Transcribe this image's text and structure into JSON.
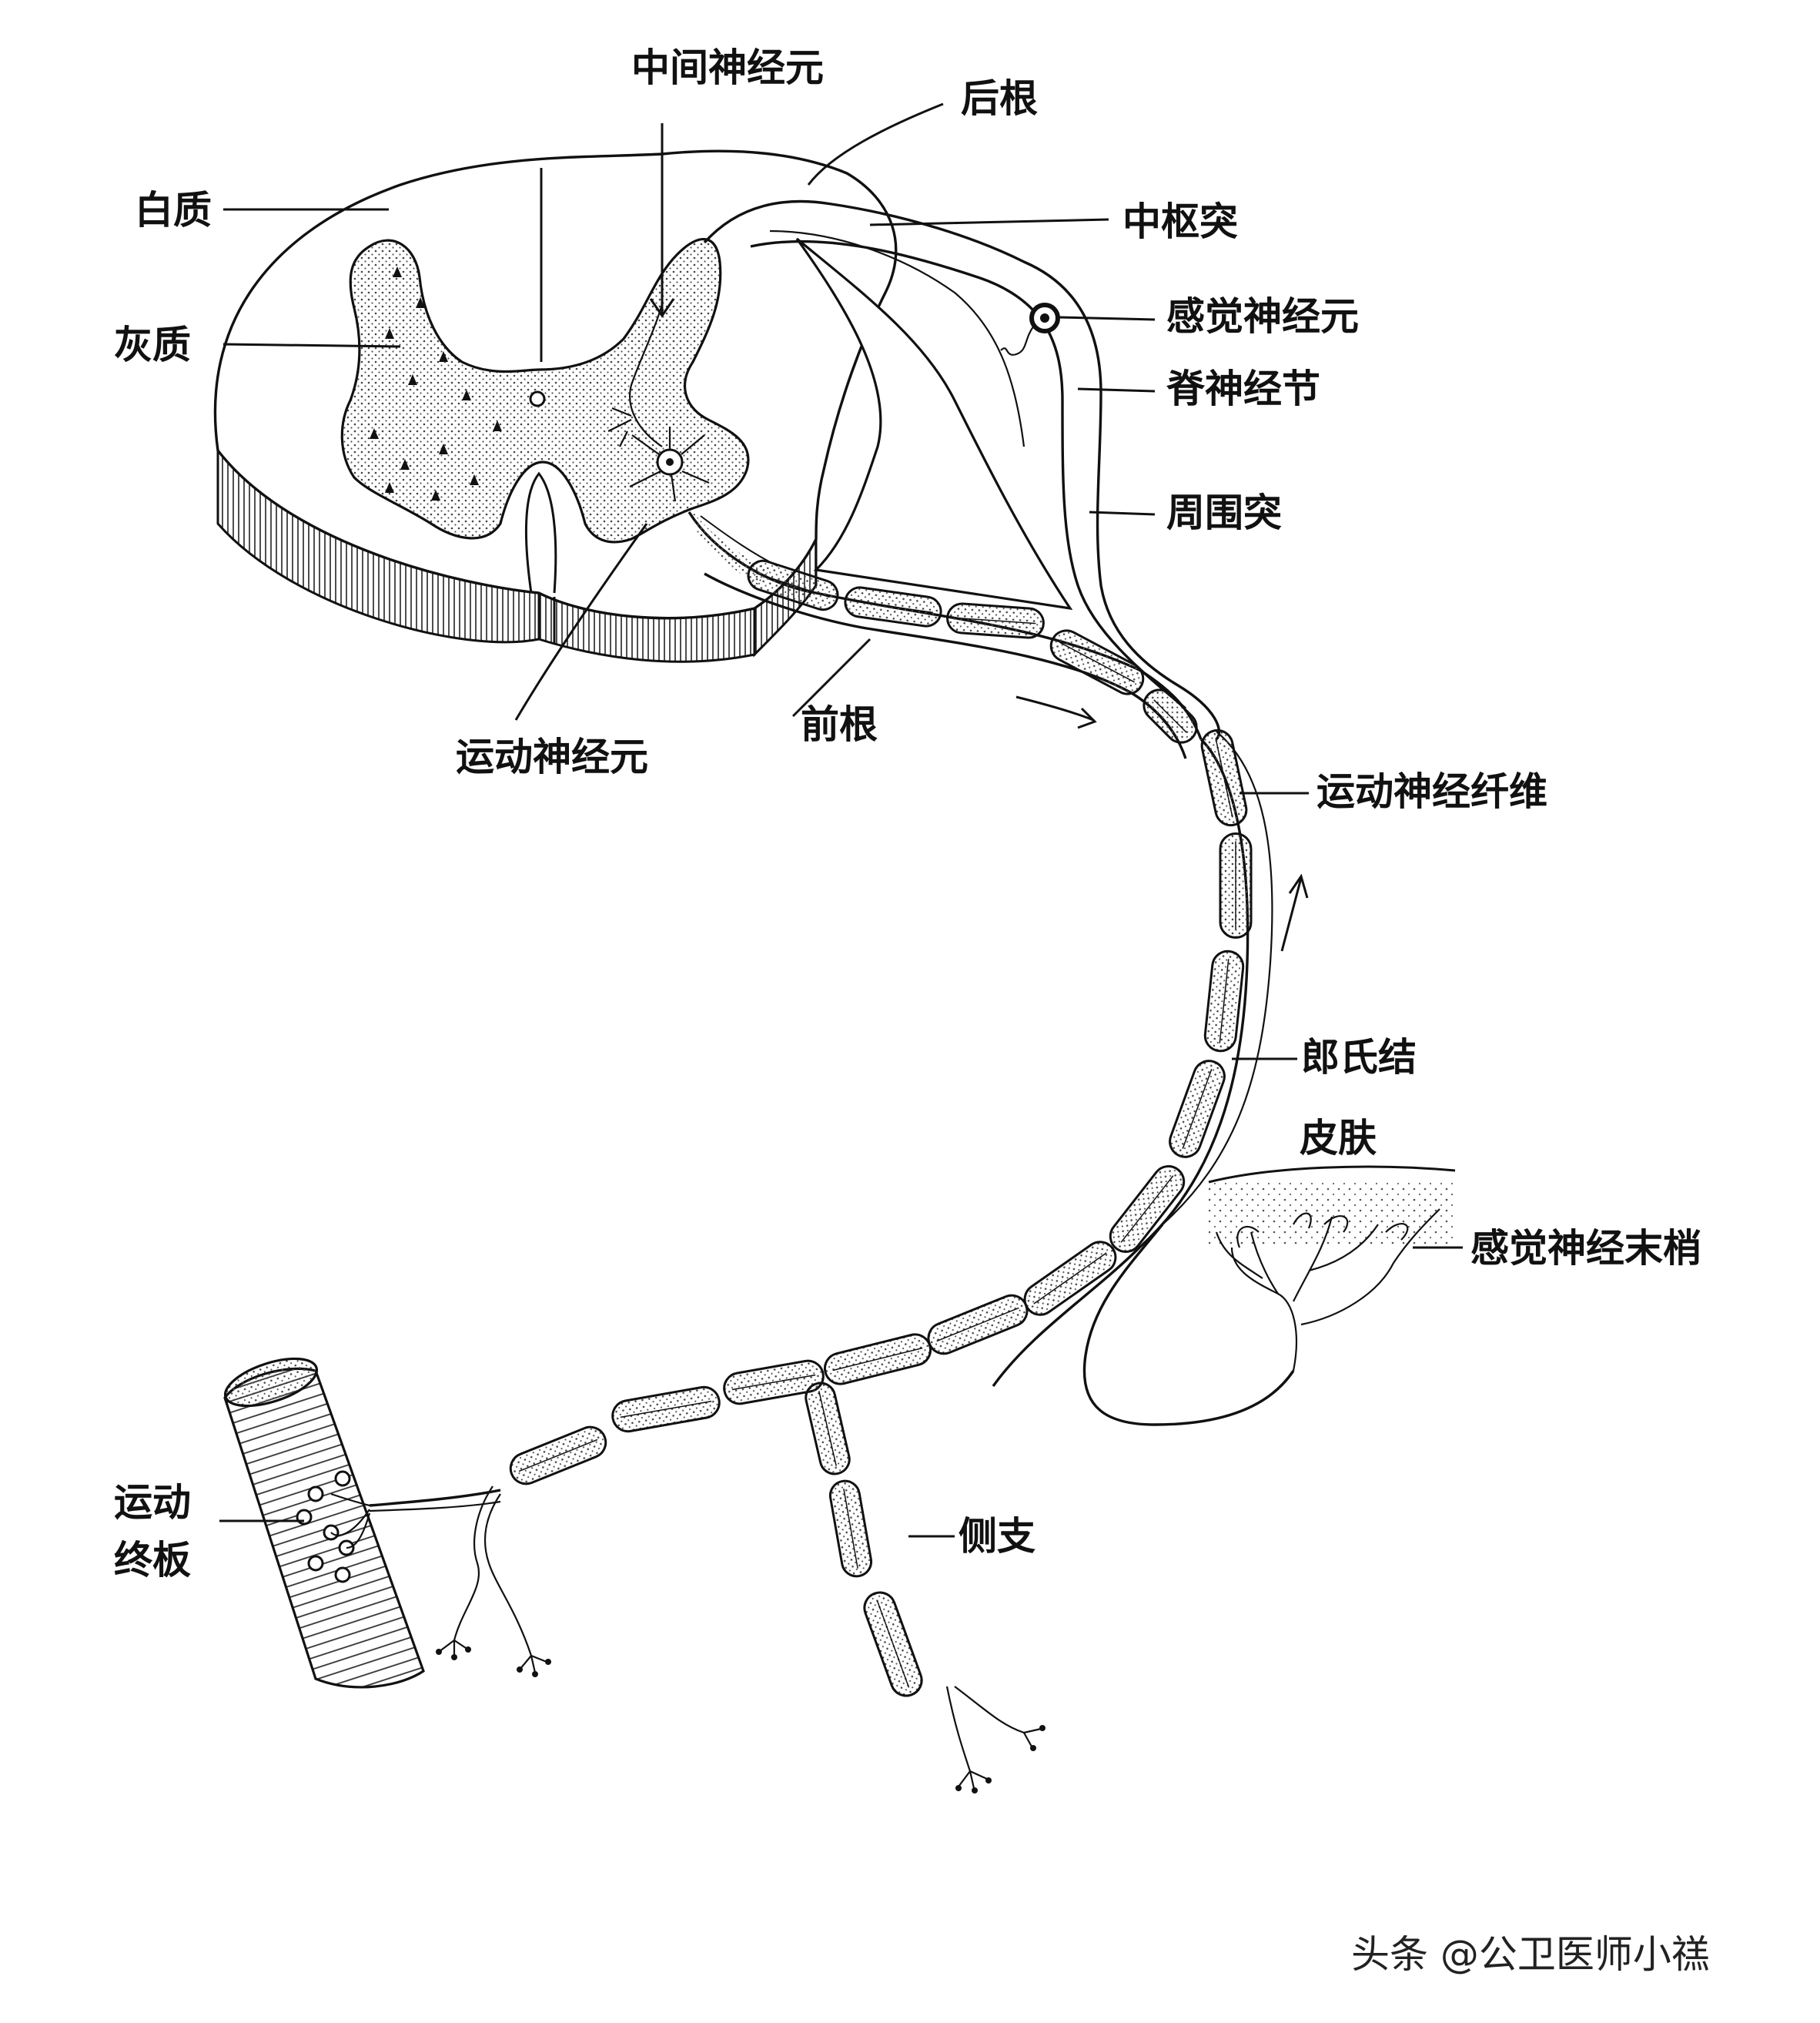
{
  "colors": {
    "ink": "#111111",
    "paper": "#ffffff",
    "stipple": "#444444"
  },
  "labels": {
    "interneuron": "中间神经元",
    "dorsal_root": "后根",
    "white_matter": "白质",
    "central_process": "中枢突",
    "sensory_neuron": "感觉神经元",
    "gray_matter": "灰质",
    "spinal_ganglion": "脊神经节",
    "peripheral_process": "周围突",
    "ventral_root": "前根",
    "motor_neuron": "运动神经元",
    "motor_fiber": "运动神经纤维",
    "node_of_ranvier": "郎氏结",
    "skin": "皮肤",
    "sensory_ending": "感觉神经末梢",
    "motor_endplate_1": "运动",
    "motor_endplate_2": "终板",
    "collateral": "侧支"
  },
  "watermark": "头条 @公卫医师小禚"
}
